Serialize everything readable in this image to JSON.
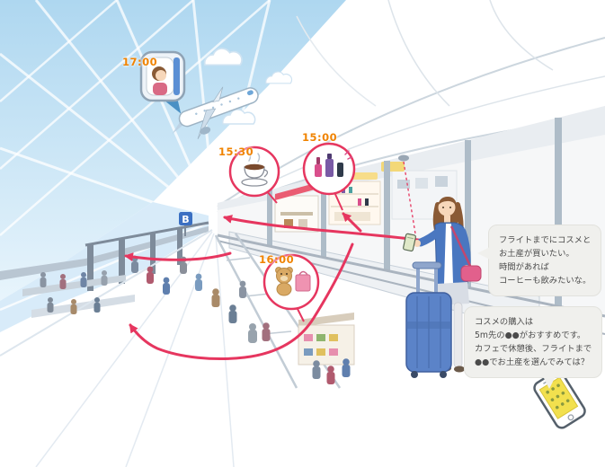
{
  "times": {
    "boarding": "17:00",
    "cafe": "15:30",
    "cosmetics": "15:00",
    "souvenir": "16:00"
  },
  "signs": {
    "gate_b": "B"
  },
  "bubbles": {
    "woman": {
      "lines": [
        "フライトまでにコスメと",
        "お土産が買いたい。",
        "時間があれば",
        "コーヒーも飲みたいな。"
      ]
    },
    "phone": {
      "lines": [
        "コスメの購入は",
        "5m先の●●がおすすめです。",
        "カフェで休憩後、フライトまで",
        "●●でお土産を選んでみては？"
      ]
    }
  },
  "colors": {
    "route_red": "#e6365f",
    "time_orange": "#f08300",
    "sky_blue": "#bfe0f2",
    "bubble_bg": "#f0f0ed",
    "accent_blue": "#4a77c0"
  }
}
